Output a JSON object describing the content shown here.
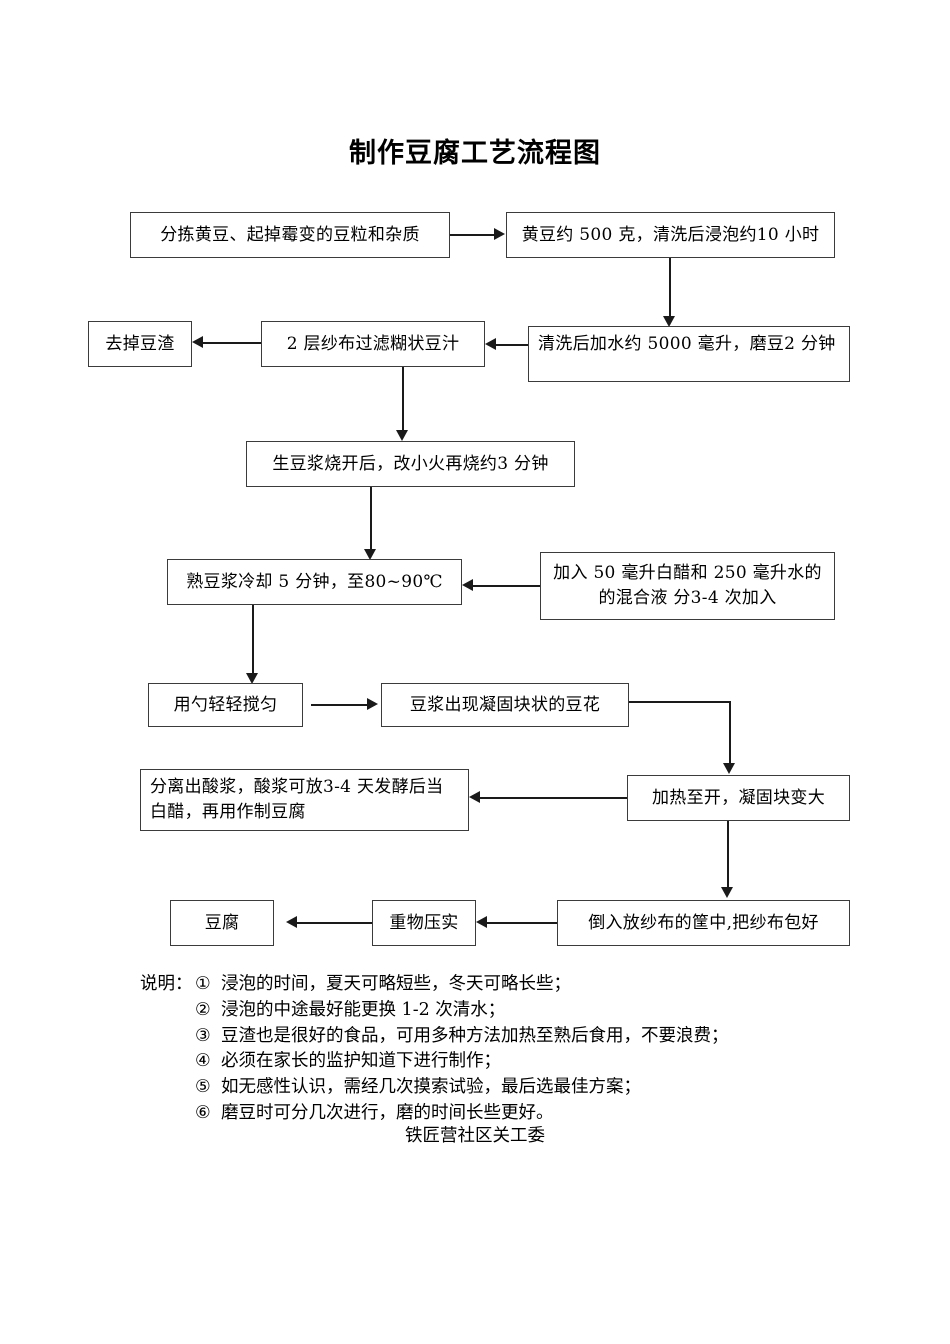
{
  "document": {
    "title": "制作豆腐工艺流程图",
    "footer": "铁匠营社区关工委",
    "notes_label": "说明："
  },
  "flowchart": {
    "type": "process-flow-diagram",
    "nodes": [
      {
        "id": "n1",
        "label": "分拣黄豆、起掉霉变的豆粒和杂质"
      },
      {
        "id": "n2",
        "label": "黄豆约 500 克，清洗后浸泡约10 小时"
      },
      {
        "id": "n3",
        "label": "清洗后加水约 5000 毫升，磨豆2 分钟"
      },
      {
        "id": "n4",
        "label": "2 层纱布过滤糊状豆汁"
      },
      {
        "id": "n5",
        "label": "去掉豆渣"
      },
      {
        "id": "n6",
        "label": "生豆浆烧开后，改小火再烧约3 分钟"
      },
      {
        "id": "n7",
        "label": "熟豆浆冷却 5 分钟，至80~90℃"
      },
      {
        "id": "n8",
        "label": "加入 50 毫升白醋和 250 毫升水的的混合液 分3-4 次加入"
      },
      {
        "id": "n9",
        "label": "用勺轻轻搅匀"
      },
      {
        "id": "n10",
        "label": "豆浆出现凝固块状的豆花"
      },
      {
        "id": "n11",
        "label": "加热至开，凝固块变大"
      },
      {
        "id": "n12",
        "label": "分离出酸浆，酸浆可放3-4 天发酵后当白醋，再用作制豆腐"
      },
      {
        "id": "n13",
        "label": "倒入放纱布的筐中,把纱布包好"
      },
      {
        "id": "n14",
        "label": "重物压实"
      },
      {
        "id": "n15",
        "label": "豆腐"
      }
    ],
    "edges": [
      {
        "from": "n1",
        "to": "n2"
      },
      {
        "from": "n2",
        "to": "n3"
      },
      {
        "from": "n3",
        "to": "n4"
      },
      {
        "from": "n4",
        "to": "n5"
      },
      {
        "from": "n4",
        "to": "n6"
      },
      {
        "from": "n6",
        "to": "n7"
      },
      {
        "from": "n8",
        "to": "n7"
      },
      {
        "from": "n7",
        "to": "n9"
      },
      {
        "from": "n9",
        "to": "n10"
      },
      {
        "from": "n10",
        "to": "n11"
      },
      {
        "from": "n11",
        "to": "n12"
      },
      {
        "from": "n11",
        "to": "n13"
      },
      {
        "from": "n13",
        "to": "n14"
      },
      {
        "from": "n14",
        "to": "n15"
      }
    ]
  },
  "notes": [
    {
      "num": "①",
      "text": "浸泡的时间，夏天可略短些，冬天可略长些；"
    },
    {
      "num": "②",
      "text": "浸泡的中途最好能更换 1-2 次清水；"
    },
    {
      "num": "③",
      "text": "豆渣也是很好的食品，可用多种方法加热至熟后食用，不要浪费；"
    },
    {
      "num": "④",
      "text": "必须在家长的监护知道下进行制作；"
    },
    {
      "num": "⑤",
      "text": "如无感性认识，需经几次摸索试验，最后选最佳方案；"
    },
    {
      "num": "⑥",
      "text": "磨豆时可分几次进行，磨的时间长些更好。"
    }
  ],
  "colors": {
    "ink": "#000000",
    "line": "#1a1a1a",
    "box_border": "#3b3b3b",
    "page_background": "#ffffff"
  }
}
